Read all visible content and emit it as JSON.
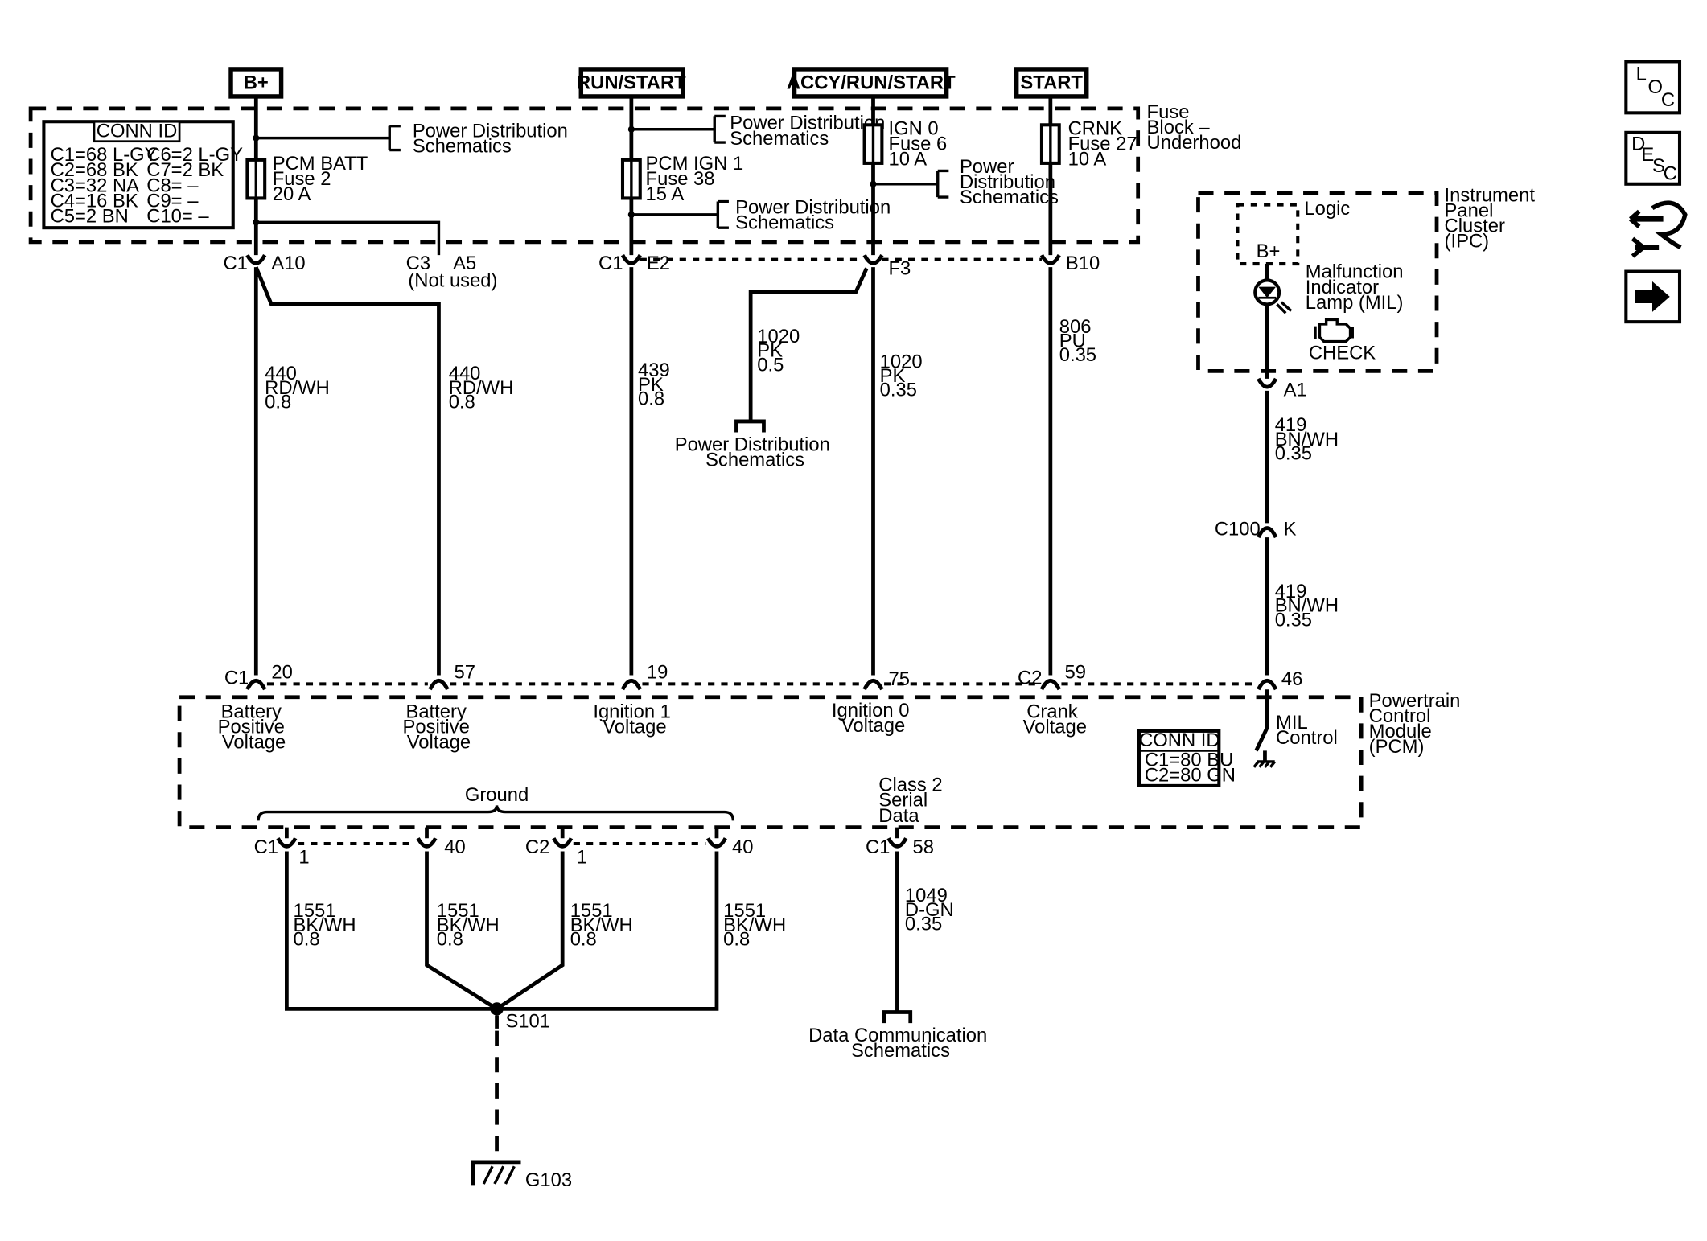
{
  "power_sources": [
    {
      "id": "bplus",
      "label": "B+"
    },
    {
      "id": "runstart",
      "label": "RUN/START"
    },
    {
      "id": "accy",
      "label": "ACCY/RUN/START"
    },
    {
      "id": "start",
      "label": "START"
    }
  ],
  "conn_id_fuse": {
    "title": "CONN ID",
    "left": [
      "C1=68 L-GY",
      "C2=68 BK",
      "C3=32 NA",
      "C4=16 BK",
      "C5=2 BN"
    ],
    "right": [
      "C6=2 L-GY",
      "C7=2 BK",
      "C8= –",
      "C9= –",
      "C10= –"
    ]
  },
  "fuse_block": {
    "lines": [
      "Fuse",
      "Block –",
      "Underhood"
    ]
  },
  "ref_power_dist": [
    "Power Distribution",
    "Schematics"
  ],
  "ref_power_dist_3": [
    "Power",
    "Distribution",
    "Schematics"
  ],
  "fuses": {
    "pcm_batt": [
      "PCM BATT",
      "Fuse 2",
      "20 A"
    ],
    "pcm_ign1": [
      "PCM IGN 1",
      "Fuse 38",
      "15 A"
    ],
    "ign0": [
      "IGN 0",
      "Fuse 6",
      "10 A"
    ],
    "crnk": [
      "CRNK",
      "Fuse 27",
      "10 A"
    ]
  },
  "top_connectors": {
    "c1": "C1",
    "a10": "A10",
    "c3": "C3",
    "a5": "A5",
    "not_used": "(Not used)",
    "e2": "E2",
    "f3": "F3",
    "b10": "B10"
  },
  "wires": {
    "w440a": [
      "440",
      "RD/WH",
      "0.8"
    ],
    "w440b": [
      "440",
      "RD/WH",
      "0.8"
    ],
    "w439": [
      "439",
      "PK",
      "0.8"
    ],
    "w1020a": [
      "1020",
      "PK",
      "0.5"
    ],
    "w1020b": [
      "1020",
      "PK",
      "0.35"
    ],
    "w806": [
      "806",
      "PU",
      "0.35"
    ],
    "w419a": [
      "419",
      "BN/WH",
      "0.35"
    ],
    "w419b": [
      "419",
      "BN/WH",
      "0.35"
    ],
    "w1551a": [
      "1551",
      "BK/WH",
      "0.8"
    ],
    "w1551b": [
      "1551",
      "BK/WH",
      "0.8"
    ],
    "w1551c": [
      "1551",
      "BK/WH",
      "0.8"
    ],
    "w1551d": [
      "1551",
      "BK/WH",
      "0.8"
    ],
    "w1049": [
      "1049",
      "D-GN",
      "0.35"
    ]
  },
  "ipc": {
    "title": [
      "Instrument",
      "Panel",
      "Cluster",
      "(IPC)"
    ],
    "logic": "Logic",
    "bplus": "B+",
    "mil": [
      "Malfunction",
      "Indicator",
      "Lamp (MIL)"
    ],
    "check": "CHECK",
    "a1": "A1"
  },
  "c100": {
    "name": "C100",
    "pin": "K"
  },
  "pcm_pins": {
    "c1": "C1",
    "p20": "20",
    "p57": "57",
    "p19": "19",
    "p75": "75",
    "c2": "C2",
    "p59": "59",
    "p46": "46"
  },
  "pcm": {
    "title": [
      "Powertrain",
      "Control",
      "Module",
      "(PCM)"
    ],
    "batt1": [
      "Battery",
      "Positive",
      "Voltage"
    ],
    "batt2": [
      "Battery",
      "Positive",
      "Voltage"
    ],
    "ign1": [
      "Ignition 1",
      "Voltage"
    ],
    "ign0": [
      "Ignition 0",
      "Voltage"
    ],
    "crank": [
      "Crank",
      "Voltage"
    ],
    "mil": [
      "MIL",
      "Control"
    ],
    "ground": "Ground",
    "class2": [
      "Class 2",
      "Serial",
      "Data"
    ]
  },
  "conn_id_pcm": {
    "title": "CONN ID",
    "lines": [
      "C1=80 BU",
      "C2=80 GN"
    ]
  },
  "ground_pins": {
    "c1": "C1",
    "p1a": "1",
    "p40a": "40",
    "c2": "C2",
    "p1b": "1",
    "p40b": "40",
    "c1b": "C1",
    "p58": "58"
  },
  "splice": "S101",
  "ground_name": "G103",
  "ref_data_comm": [
    "Data Communication",
    "Schematics"
  ],
  "nav": {
    "loc": [
      "L",
      "O",
      "C"
    ],
    "desc": [
      "D",
      "E",
      "S",
      "C"
    ]
  }
}
